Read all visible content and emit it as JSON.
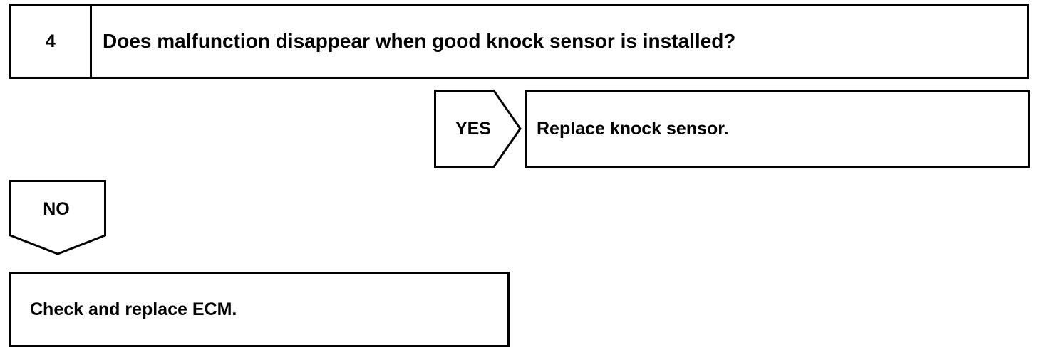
{
  "step": {
    "number": "4",
    "question": "Does malfunction disappear when good knock sensor is installed?"
  },
  "yes_branch": {
    "label": "YES",
    "action": "Replace knock sensor."
  },
  "no_branch": {
    "label": "NO",
    "action": "Check and replace ECM."
  },
  "colors": {
    "line": "#000000",
    "background": "#ffffff"
  }
}
